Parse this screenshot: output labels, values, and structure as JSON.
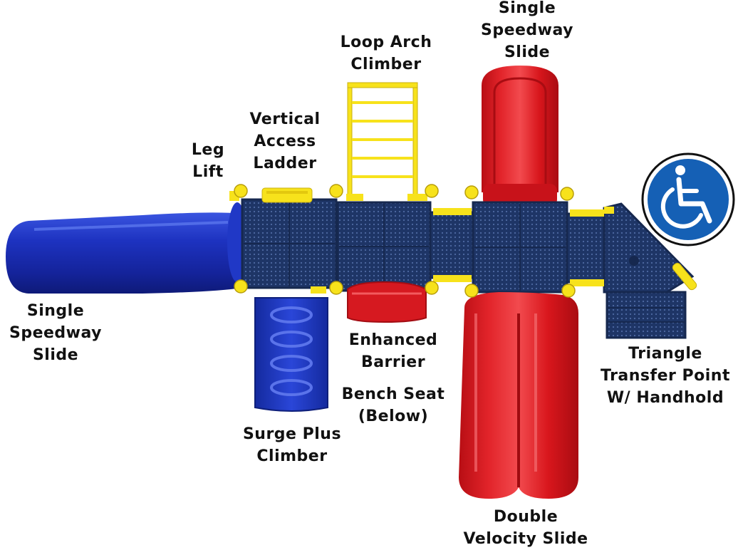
{
  "colors": {
    "deck": "#1e3566",
    "blue_slide": "#1a2fb0",
    "red_slide": "#d2141b",
    "yellow": "#f7e21b",
    "accessibility_badge": "#1560b5"
  },
  "labels": {
    "single_speedway_top": [
      "Single",
      "Speedway",
      "Slide"
    ],
    "loop_arch_climber": [
      "Loop Arch",
      "Climber"
    ],
    "vertical_access_ladder": [
      "Vertical",
      "Access",
      "Ladder"
    ],
    "leg_lift": [
      "Leg",
      "Lift"
    ],
    "single_speedway_left": [
      "Single",
      "Speedway",
      "Slide"
    ],
    "enhanced_barrier": [
      "Enhanced",
      "Barrier"
    ],
    "bench_seat": [
      "Bench Seat",
      "(Below)"
    ],
    "surge_plus_climber": [
      "Surge Plus",
      "Climber"
    ],
    "triangle_transfer_point": [
      "Triangle",
      "Transfer Point",
      "W/ Handhold"
    ],
    "double_velocity_slide": [
      "Double",
      "Velocity Slide"
    ]
  },
  "icons": {
    "accessibility": "wheelchair-icon"
  }
}
